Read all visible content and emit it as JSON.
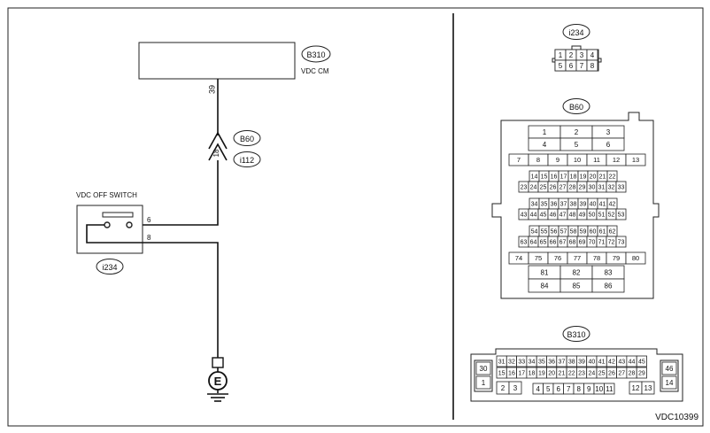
{
  "diagram_id": "VDC10399",
  "module": {
    "id": "B310",
    "name": "VDC CM",
    "terminal": "39"
  },
  "connector_b60_i112": {
    "upper": "B60",
    "lower": "i112",
    "pin": "18"
  },
  "switch": {
    "label": "VDC OFF SWITCH",
    "connector": "i234",
    "pin_top": "6",
    "pin_bottom": "8"
  },
  "ground_symbol": "E",
  "connector_views": [
    {
      "id": "i234",
      "rows": [
        [
          "1",
          "2",
          "3",
          "4"
        ],
        [
          "5",
          "6",
          "7",
          "8"
        ]
      ]
    },
    {
      "id": "B60",
      "rows": [
        [
          "1",
          "2",
          "3"
        ],
        [
          "4",
          "5",
          "6"
        ],
        [
          "7",
          "8",
          "9",
          "10",
          "11",
          "12",
          "13"
        ],
        [
          "14",
          "15",
          "16",
          "17",
          "18",
          "19",
          "20",
          "21",
          "22"
        ],
        [
          "23",
          "24",
          "25",
          "26",
          "27",
          "28",
          "29",
          "30",
          "31",
          "32",
          "33"
        ],
        [
          "34",
          "35",
          "36",
          "37",
          "38",
          "39",
          "40",
          "41",
          "42"
        ],
        [
          "43",
          "44",
          "45",
          "46",
          "47",
          "48",
          "49",
          "50",
          "51",
          "52",
          "53"
        ],
        [
          "54",
          "55",
          "56",
          "57",
          "58",
          "59",
          "60",
          "61",
          "62"
        ],
        [
          "63",
          "64",
          "65",
          "66",
          "67",
          "68",
          "69",
          "70",
          "71",
          "72",
          "73"
        ],
        [
          "74",
          "75",
          "76",
          "77",
          "78",
          "79",
          "80"
        ],
        [
          "81",
          "82",
          "83"
        ],
        [
          "84",
          "85",
          "86"
        ]
      ]
    },
    {
      "id": "B310",
      "rows": [
        [
          "30",
          "31",
          "32",
          "33",
          "34",
          "35",
          "36",
          "37",
          "38",
          "39",
          "40",
          "41",
          "42",
          "43",
          "44",
          "45",
          "46"
        ],
        [
          "1",
          "15",
          "16",
          "17",
          "18",
          "19",
          "20",
          "21",
          "22",
          "23",
          "24",
          "25",
          "26",
          "27",
          "28",
          "29",
          "14"
        ],
        [
          "2",
          "3",
          "4",
          "5",
          "6",
          "7",
          "8",
          "9",
          "10",
          "11",
          "12",
          "13"
        ]
      ]
    }
  ]
}
